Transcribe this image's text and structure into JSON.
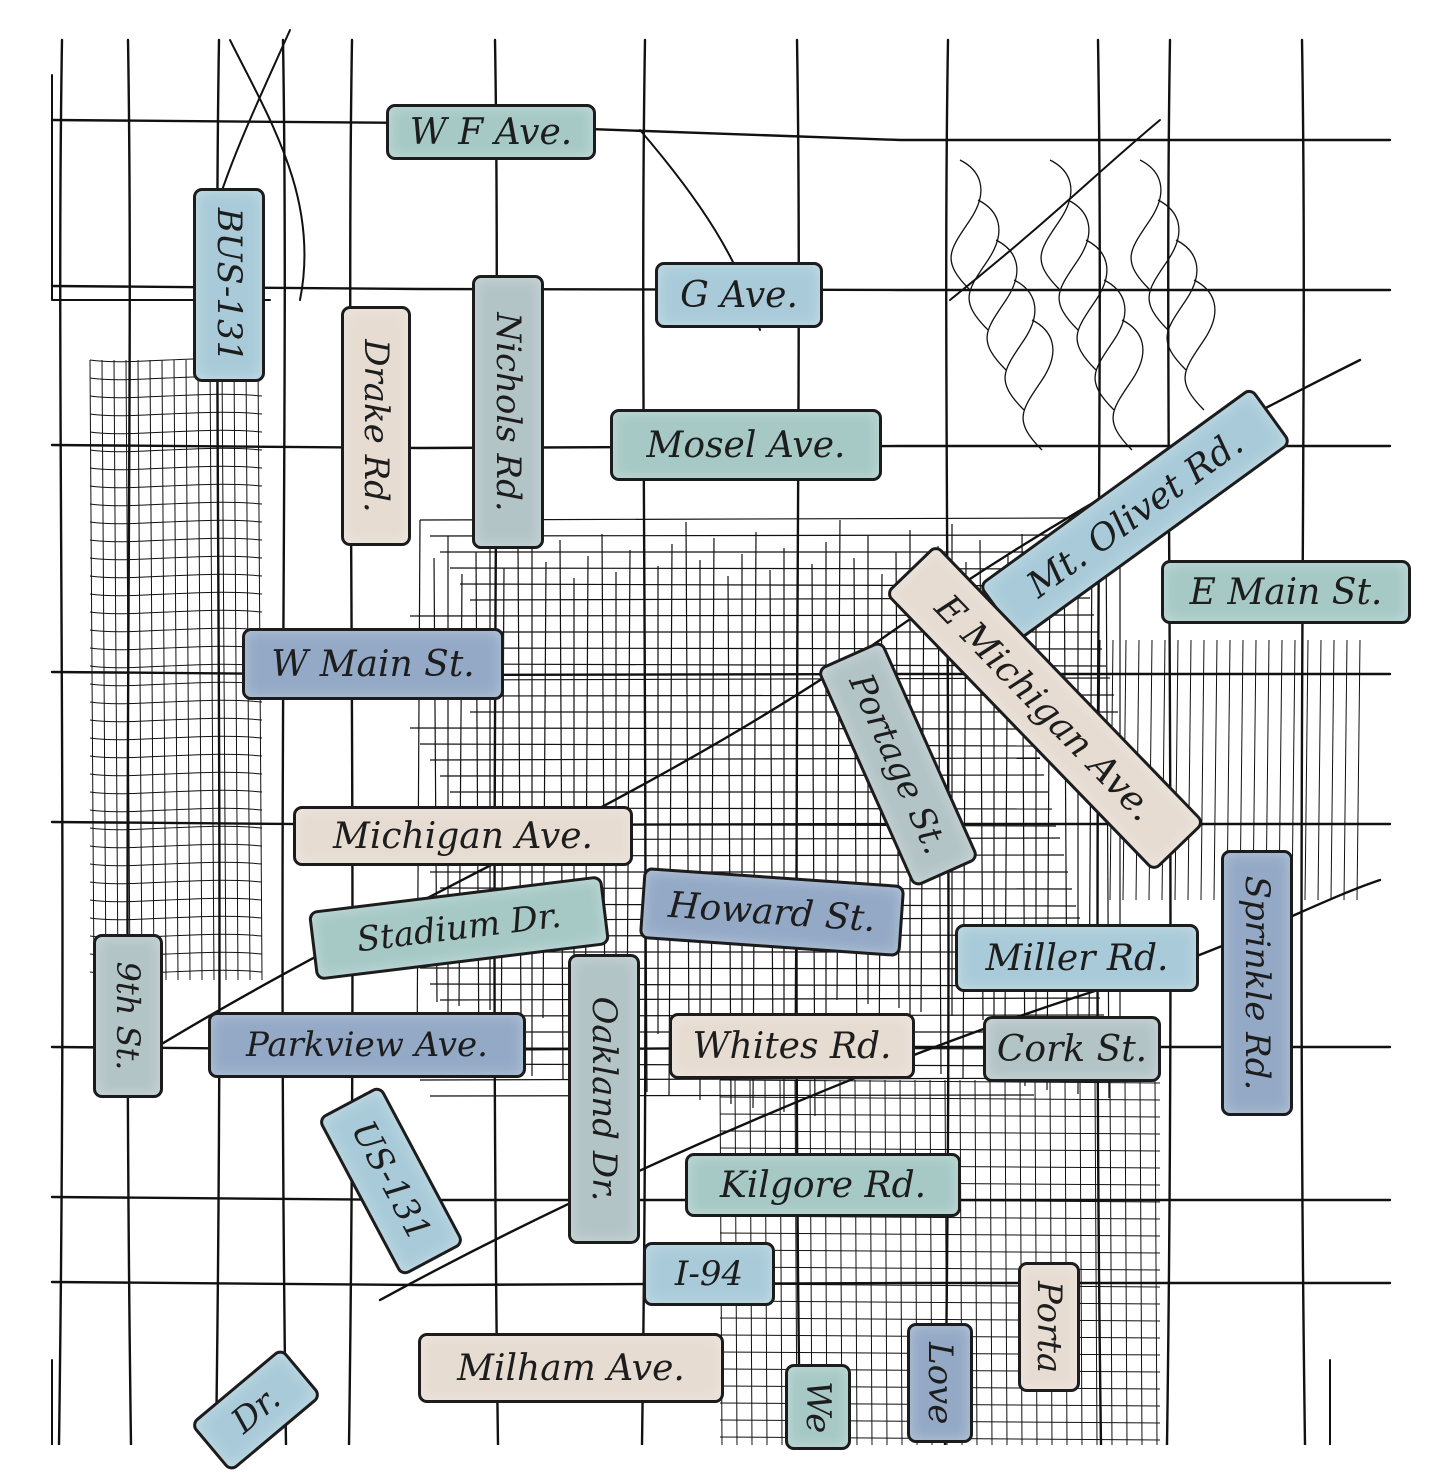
{
  "map": {
    "colors": {
      "background": "#ffffff",
      "roads": "#111111",
      "label_border": "#1c1c1c",
      "label_blue": "#a9cbd9",
      "label_teal": "#a6c9c6",
      "label_beige": "#e6dcd2",
      "label_slate": "#93a9c6",
      "label_gray": "#b3c4c7"
    },
    "labels": {
      "w_f_ave": "W F Ave.",
      "bus_131": "BUS-131",
      "drake_rd": "Drake Rd.",
      "nichols_rd": "Nichols Rd.",
      "g_ave": "G Ave.",
      "mosel_ave": "Mosel Ave.",
      "mt_olivet_rd": "Mt. Olivet Rd.",
      "e_main_st": "E Main St.",
      "w_main_st": "W Main St.",
      "e_michigan_ave": "E Michigan Ave.",
      "portage_st": "Portage St.",
      "michigan_ave": "Michigan Ave.",
      "stadium_dr": "Stadium Dr.",
      "howard_st": "Howard St.",
      "miller_rd": "Miller Rd.",
      "sprinkle_rd": "Sprinkle Rd.",
      "ninth_st": "9th St.",
      "parkview_ave": "Parkview Ave.",
      "oakland_dr": "Oakland Dr.",
      "whites_rd": "Whites Rd.",
      "cork_st": "Cork St.",
      "us_131": "US-131",
      "kilgore_rd": "Kilgore Rd.",
      "i_94": "I-94",
      "milham_ave": "Milham Ave.",
      "portage_partial": "Porta",
      "lovers_partial": "Love",
      "westnedge_partial": "We",
      "dr_partial": "Dr."
    }
  }
}
